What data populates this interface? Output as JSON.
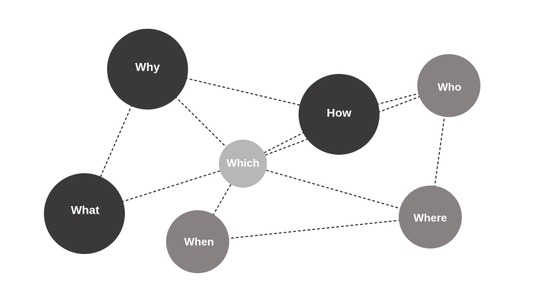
{
  "diagram": {
    "nodes": {
      "why": {
        "label": "Why",
        "color": "#3a3839"
      },
      "how": {
        "label": "How",
        "color": "#3a3839"
      },
      "who": {
        "label": "Who",
        "color": "#878181"
      },
      "which": {
        "label": "Which",
        "color": "#b9b6b6"
      },
      "what": {
        "label": "What",
        "color": "#3a3839"
      },
      "when": {
        "label": "When",
        "color": "#878181"
      },
      "where": {
        "label": "Where",
        "color": "#878181"
      }
    },
    "edges": [
      [
        "why",
        "how"
      ],
      [
        "why",
        "which"
      ],
      [
        "why",
        "what"
      ],
      [
        "how",
        "who"
      ],
      [
        "how",
        "which"
      ],
      [
        "which",
        "who"
      ],
      [
        "who",
        "where"
      ],
      [
        "which",
        "what"
      ],
      [
        "which",
        "when"
      ],
      [
        "which",
        "where"
      ],
      [
        "when",
        "where"
      ]
    ]
  }
}
